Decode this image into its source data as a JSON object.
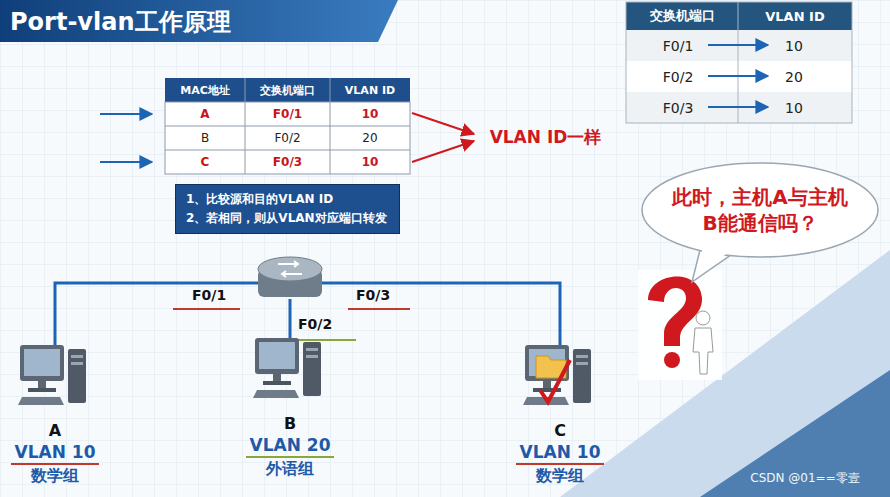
{
  "diagram": {
    "title": "Port-vlan工作原理",
    "nodes": [
      {
        "text": [
          "1、比较源和目的VLAN ID",
          "2、若相同，则从VLAN对应端口转发"
        ]
      },
      {
        "text": []
      },
      {
        "text": [
          "A",
          "VLAN 10",
          "数学组"
        ]
      },
      {
        "text": [
          "B",
          "VLAN 20",
          "外语组"
        ]
      },
      {
        "text": [
          "C",
          "VLAN 10",
          "数学组"
        ]
      },
      {
        "text": [
          "此时，主机A与主机B能通信吗？"
        ]
      }
    ],
    "edges": [
      {
        "from": 1,
        "to": 2,
        "arrow": "none",
        "label": "F0/1"
      },
      {
        "from": 1,
        "to": 3,
        "arrow": "none",
        "label": "F0/2"
      },
      {
        "from": 1,
        "to": 4,
        "arrow": "none",
        "label": "F0/3"
      }
    ],
    "labels": [
      "MAC地址",
      "交换机端口",
      "VLAN ID",
      "A",
      "F0/1",
      "10",
      "B",
      "F0/2",
      "20",
      "C",
      "F0/3",
      "10",
      "VLAN ID一样",
      "交换机端口",
      "VLAN ID",
      "F0/1",
      "10",
      "F0/2",
      "20",
      "F0/3",
      "10",
      "CSDN @01==零壹"
    ]
  }
}
